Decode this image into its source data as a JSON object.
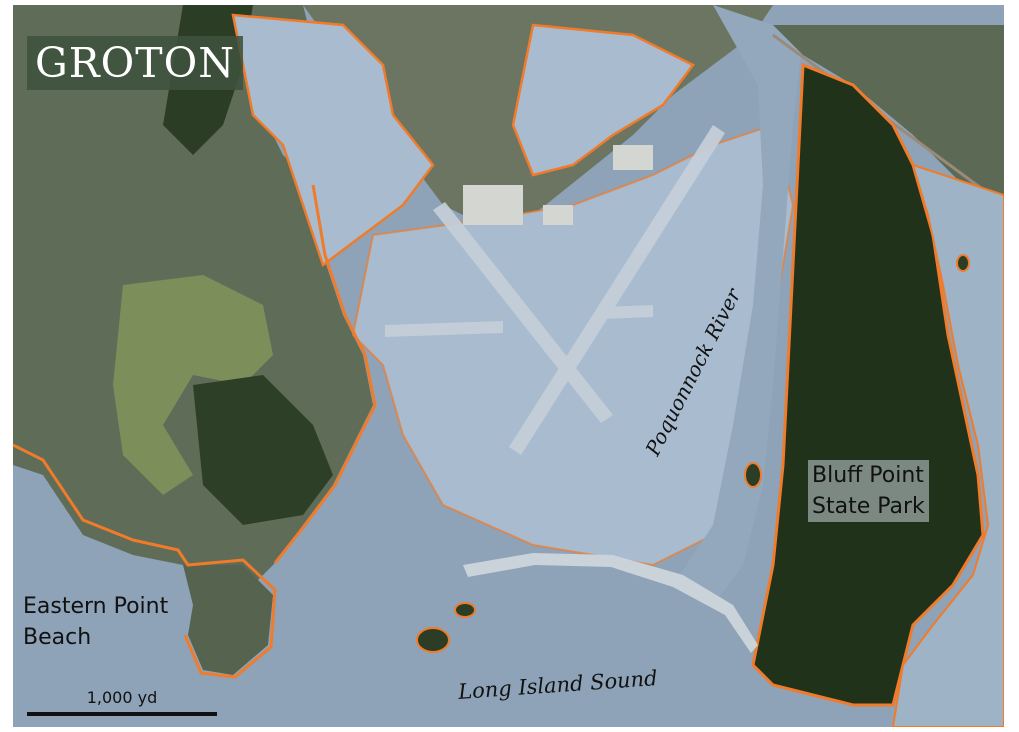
{
  "map": {
    "town_name": "GROTON",
    "places": {
      "eastern_point_beach": [
        "Eastern Point",
        "Beach"
      ],
      "bluff_point_state_park": [
        "Bluff Point",
        "State Park"
      ]
    },
    "water_bodies": {
      "poquonnock_river": "Poquonnock River",
      "long_island_sound": "Long Island Sound"
    },
    "scale": {
      "label": "1,000 yd"
    },
    "colors": {
      "inundation_outline": "#f07b2a",
      "flooded_area": "#a9bfd6",
      "forest": "#22331c",
      "water": "#8da2b7",
      "developed": "#6f7a6c"
    }
  }
}
